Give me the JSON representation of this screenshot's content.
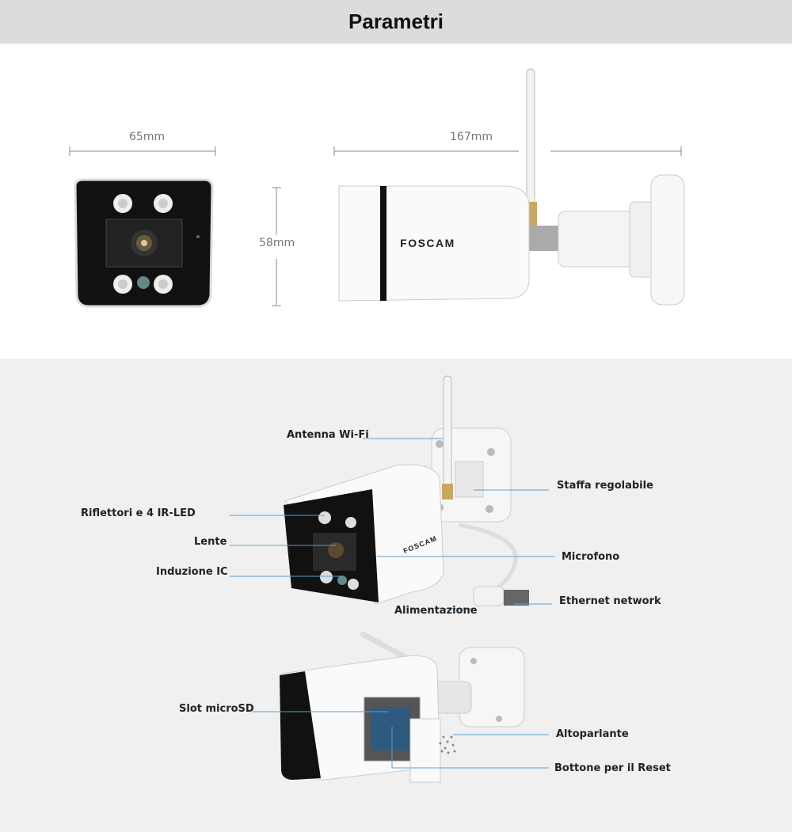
{
  "header": {
    "title": "Parametri"
  },
  "dimensions": {
    "width": "65mm",
    "length": "167mm",
    "height": "58mm"
  },
  "brand": "FOSCAM",
  "labels": {
    "antenna": "Antenna Wi-Fi",
    "bracket": "Staffa regolabile",
    "illuminators": "Riflettori e 4 IR-LED",
    "lens": "Lente",
    "ic": "Induzione IC",
    "microphone": "Microfono",
    "power": "Alimentazione",
    "ethernet": "Ethernet network",
    "sd_slot": "Slot microSD",
    "speaker": "Altoparlante",
    "reset": "Bottone per il Reset"
  },
  "colors": {
    "header_bg": "#dcdcdc",
    "bottom_bg": "#f0f0f0",
    "callout_line": "#5a9fd4"
  }
}
